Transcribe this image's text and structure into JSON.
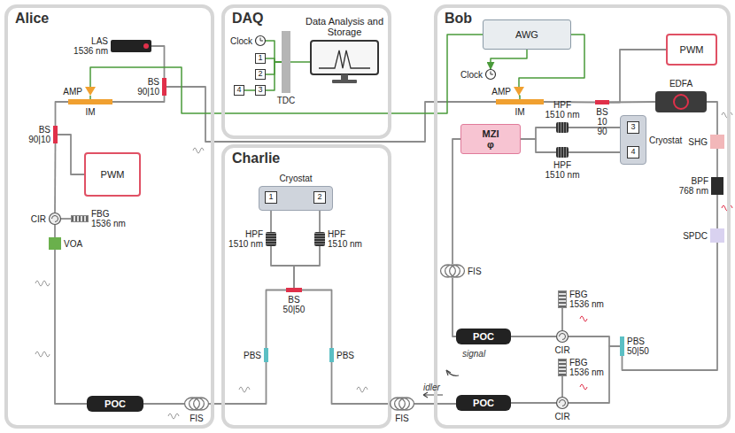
{
  "diagram": {
    "nodes": [
      {
        "text": [
          "Alice"
        ]
      },
      {
        "text": [
          "DAQ"
        ]
      },
      {
        "text": [
          "Charlie"
        ]
      },
      {
        "text": [
          "Bob"
        ]
      },
      {
        "text": [
          "LAS",
          "1536 nm"
        ],
        "in": 0
      },
      {
        "text": [
          "BS",
          "90|10"
        ],
        "in": 0
      },
      {
        "text": [
          "AMP"
        ],
        "in": 0
      },
      {
        "text": [
          "IM"
        ],
        "in": 0
      },
      {
        "text": [
          "BS",
          "90|10"
        ],
        "in": 0
      },
      {
        "text": [
          "PWM"
        ],
        "in": 0
      },
      {
        "text": [
          "CIR"
        ],
        "in": 0
      },
      {
        "text": [
          "FBG",
          "1536 nm"
        ],
        "in": 0
      },
      {
        "text": [
          "VOA"
        ],
        "in": 0
      },
      {
        "text": [
          "POC"
        ],
        "in": 0
      },
      {
        "text": [
          "FIS"
        ]
      },
      {
        "text": [
          "Clock"
        ],
        "in": 1
      },
      {
        "text": [
          "1"
        ],
        "in": 1
      },
      {
        "text": [
          "2"
        ],
        "in": 1
      },
      {
        "text": [
          "3"
        ],
        "in": 1
      },
      {
        "text": [
          "4"
        ],
        "in": 1
      },
      {
        "text": [
          "TDC"
        ],
        "in": 1
      },
      {
        "text": [
          "Data Analysis and Storage"
        ],
        "in": 1
      },
      {
        "text": [
          "Cryostat"
        ],
        "in": 2
      },
      {
        "text": [
          "1"
        ],
        "in": 22
      },
      {
        "text": [
          "2"
        ],
        "in": 22
      },
      {
        "text": [
          "HPF",
          "1510 nm"
        ],
        "in": 2
      },
      {
        "text": [
          "HPF",
          "1510 nm"
        ],
        "in": 2
      },
      {
        "text": [
          "BS",
          "50|50"
        ],
        "in": 2
      },
      {
        "text": [
          "PBS"
        ],
        "in": 2
      },
      {
        "text": [
          "PBS"
        ],
        "in": 2
      },
      {
        "text": [
          "FIS"
        ]
      },
      {
        "text": [
          "AWG"
        ],
        "in": 3
      },
      {
        "text": [
          "Clock"
        ],
        "in": 3
      },
      {
        "text": [
          "PWM"
        ],
        "in": 3
      },
      {
        "text": [
          "AMP"
        ],
        "in": 3
      },
      {
        "text": [
          "IM"
        ],
        "in": 3
      },
      {
        "text": [
          "BS",
          "10",
          "90"
        ],
        "in": 3
      },
      {
        "text": [
          "EDFA"
        ],
        "in": 3
      },
      {
        "text": [
          "SHG"
        ],
        "in": 3
      },
      {
        "text": [
          "BPF",
          "768 nm"
        ],
        "in": 3
      },
      {
        "text": [
          "SPDC"
        ],
        "in": 3
      },
      {
        "text": [
          "PBS",
          "50|50"
        ],
        "in": 3
      },
      {
        "text": [
          "CIR"
        ],
        "in": 3
      },
      {
        "text": [
          "FBG",
          "1536 nm"
        ],
        "in": 3
      },
      {
        "text": [
          "POC"
        ],
        "in": 3
      },
      {
        "text": [
          "CIR"
        ],
        "in": 3
      },
      {
        "text": [
          "FBG",
          "1536 nm"
        ],
        "in": 3
      },
      {
        "text": [
          "POC"
        ],
        "in": 3
      },
      {
        "text": [
          "FIS"
        ],
        "in": 3
      },
      {
        "text": [
          "MZI",
          "φ"
        ],
        "in": 3
      },
      {
        "text": [
          "HPF",
          "1510 nm"
        ],
        "in": 3
      },
      {
        "text": [
          "HPF",
          "1510 nm"
        ],
        "in": 3
      },
      {
        "text": [
          "Cryostat"
        ],
        "in": 3
      },
      {
        "text": [
          "3"
        ],
        "in": 52
      },
      {
        "text": [
          "4"
        ],
        "in": 52
      }
    ],
    "edges": [
      {
        "from": 4,
        "to": 5,
        "arrow": "none"
      },
      {
        "from": 5,
        "to": 7,
        "arrow": "none"
      },
      {
        "from": 5,
        "to": 35,
        "arrow": "none"
      },
      {
        "from": 31,
        "to": 6,
        "arrow": "none"
      },
      {
        "from": 6,
        "to": 7,
        "arrow": "none"
      },
      {
        "from": 7,
        "to": 8,
        "arrow": "none"
      },
      {
        "from": 8,
        "to": 9,
        "arrow": "none"
      },
      {
        "from": 8,
        "to": 10,
        "arrow": "none"
      },
      {
        "from": 10,
        "to": 11,
        "arrow": "none"
      },
      {
        "from": 10,
        "to": 12,
        "arrow": "none"
      },
      {
        "from": 12,
        "to": 13,
        "arrow": "none"
      },
      {
        "from": 13,
        "to": 14,
        "arrow": "none"
      },
      {
        "from": 14,
        "to": 28,
        "arrow": "none"
      },
      {
        "from": 28,
        "to": 27,
        "arrow": "none"
      },
      {
        "from": 30,
        "to": 29,
        "arrow": "none"
      },
      {
        "from": 29,
        "to": 27,
        "arrow": "none"
      },
      {
        "from": 27,
        "to": 25,
        "arrow": "none"
      },
      {
        "from": 27,
        "to": 26,
        "arrow": "none"
      },
      {
        "from": 25,
        "to": 23,
        "arrow": "none"
      },
      {
        "from": 26,
        "to": 24,
        "arrow": "none"
      },
      {
        "from": 15,
        "to": 20,
        "arrow": "none"
      },
      {
        "from": 16,
        "to": 20,
        "arrow": "none"
      },
      {
        "from": 17,
        "to": 20,
        "arrow": "none"
      },
      {
        "from": 18,
        "to": 20,
        "arrow": "none"
      },
      {
        "from": 19,
        "to": 18,
        "arrow": "none"
      },
      {
        "from": 20,
        "to": 21,
        "arrow": "none"
      },
      {
        "from": 31,
        "to": 32,
        "arrow": "to"
      },
      {
        "from": 31,
        "to": 34,
        "arrow": "none"
      },
      {
        "from": 34,
        "to": 35,
        "arrow": "none"
      },
      {
        "from": 35,
        "to": 36,
        "arrow": "none"
      },
      {
        "from": 36,
        "to": 33,
        "arrow": "none"
      },
      {
        "from": 36,
        "to": 37,
        "arrow": "none"
      },
      {
        "from": 37,
        "to": 38,
        "arrow": "none"
      },
      {
        "from": 38,
        "to": 39,
        "arrow": "none"
      },
      {
        "from": 39,
        "to": 40,
        "arrow": "none"
      },
      {
        "from": 40,
        "to": 41,
        "arrow": "none"
      },
      {
        "from": 41,
        "to": 42,
        "arrow": "none"
      },
      {
        "from": 41,
        "to": 45,
        "arrow": "none"
      },
      {
        "from": 42,
        "to": 43,
        "arrow": "none"
      },
      {
        "from": 45,
        "to": 46,
        "arrow": "none"
      },
      {
        "from": 42,
        "to": 44,
        "arrow": "none"
      },
      {
        "from": 45,
        "to": 47,
        "arrow": "none"
      },
      {
        "from": 47,
        "to": 30,
        "arrow": "none"
      },
      {
        "from": 44,
        "to": 48,
        "arrow": "none"
      },
      {
        "from": 48,
        "to": 49,
        "arrow": "none"
      },
      {
        "from": 49,
        "to": 50,
        "arrow": "none"
      },
      {
        "from": 49,
        "to": 51,
        "arrow": "none"
      },
      {
        "from": 50,
        "to": 53,
        "arrow": "none"
      },
      {
        "from": 51,
        "to": 54,
        "arrow": "none"
      }
    ],
    "labels": [
      "signal",
      "idler"
    ]
  }
}
